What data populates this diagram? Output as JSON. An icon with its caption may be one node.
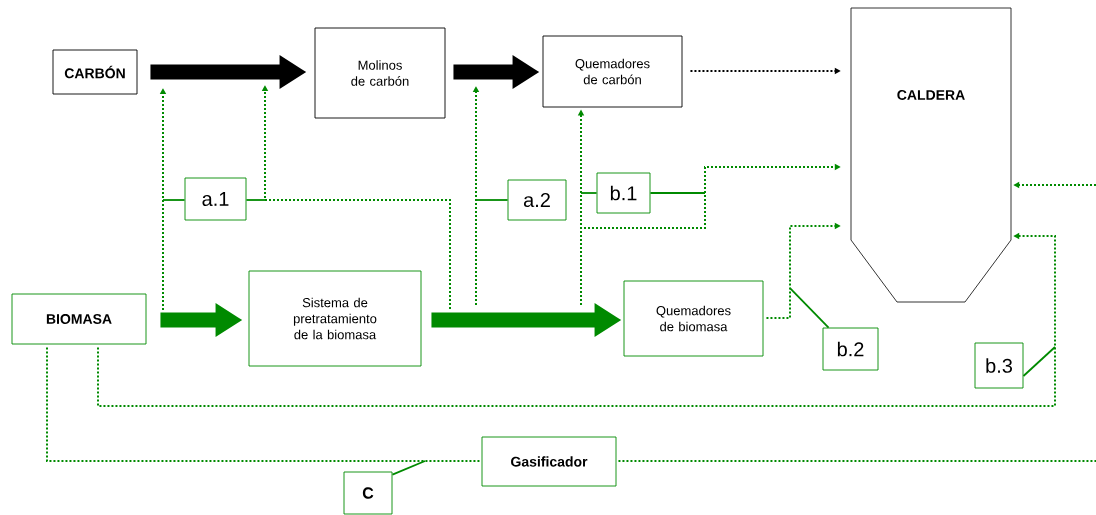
{
  "diagram": {
    "nodes": [
      {
        "text": [
          "CARBÓN"
        ]
      },
      {
        "text": [
          "Molinos de carbón"
        ]
      },
      {
        "text": [
          "Quemadores de carbón"
        ]
      },
      {
        "text": [
          "CALDERA"
        ]
      },
      {
        "text": [
          "a.1"
        ]
      },
      {
        "text": [
          "a.2"
        ]
      },
      {
        "text": [
          "b.1"
        ]
      },
      {
        "text": [
          "BIOMASA"
        ]
      },
      {
        "text": [
          "Sistema de pretratamiento de la biomasa"
        ]
      },
      {
        "text": [
          "Quemadores de biomasa"
        ]
      },
      {
        "text": [
          "b.2"
        ]
      },
      {
        "text": [
          "b.3"
        ]
      },
      {
        "text": [
          "Gasificador"
        ]
      },
      {
        "text": [
          "C"
        ]
      }
    ],
    "edges": [
      {
        "from": 0,
        "to": 1,
        "arrow": "to",
        "style": "thick",
        "color": "#000000"
      },
      {
        "from": 1,
        "to": 2,
        "arrow": "to",
        "style": "thick",
        "color": "#000000"
      },
      {
        "from": 2,
        "to": 3,
        "arrow": "to",
        "style": "dashed",
        "color": "#000000"
      },
      {
        "from": 7,
        "to": 8,
        "arrow": "to",
        "style": "thick"
      },
      {
        "from": 8,
        "to": 9,
        "arrow": "to",
        "style": "thick"
      },
      {
        "from": null,
        "to": 2,
        "arrow": "to",
        "style": "dashed"
      },
      {
        "from": null,
        "to": 3,
        "arrow": "to",
        "style": "dashed"
      },
      {
        "from": 9,
        "to": 3,
        "arrow": "to",
        "style": "dashed"
      },
      {
        "from": null,
        "to": 3,
        "arrow": "to",
        "style": "dashed"
      },
      {
        "from": 7,
        "to": 3,
        "arrow": "to",
        "style": "dashed"
      },
      {
        "from": 7,
        "to": 12,
        "arrow": "none",
        "style": "dashed"
      },
      {
        "from": 12,
        "to": null,
        "arrow": "none",
        "style": "dashed"
      },
      {
        "from": 4,
        "to": null,
        "arrow": "none"
      },
      {
        "from": 4,
        "to": null,
        "arrow": "none"
      },
      {
        "from": 5,
        "to": null,
        "arrow": "none"
      },
      {
        "from": 6,
        "to": null,
        "arrow": "none"
      },
      {
        "from": 6,
        "to": null,
        "arrow": "none"
      },
      {
        "from": 10,
        "to": null,
        "arrow": "none"
      },
      {
        "from": 11,
        "to": null,
        "arrow": "none"
      },
      {
        "from": 13,
        "to": null,
        "arrow": "none"
      }
    ]
  }
}
